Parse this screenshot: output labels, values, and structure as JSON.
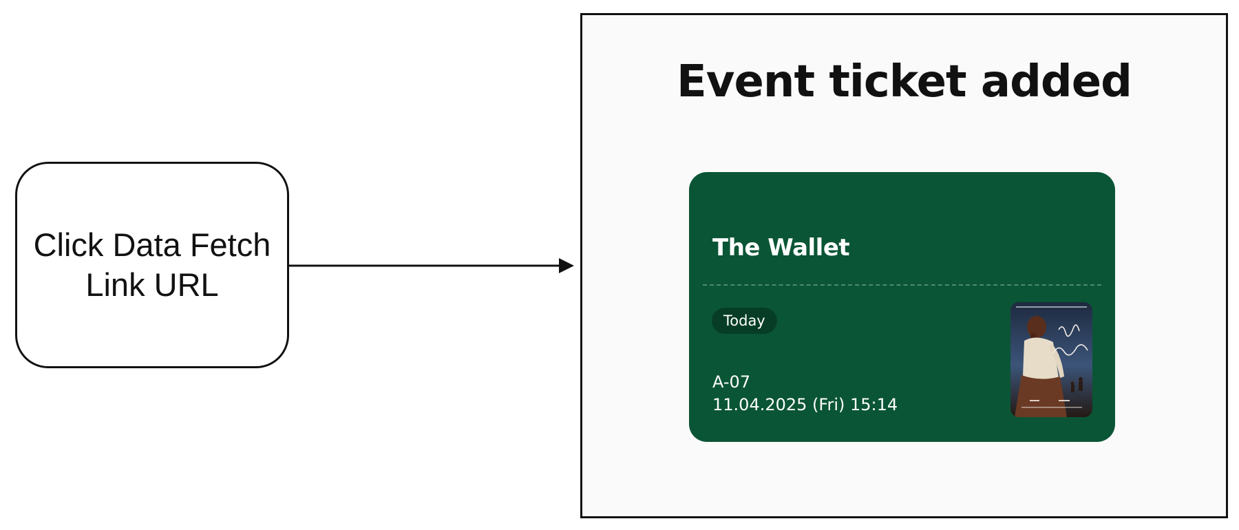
{
  "flow": {
    "step_label": "Click Data Fetch Link URL"
  },
  "panel": {
    "title": "Event ticket added",
    "ticket": {
      "issuer": "The Wallet",
      "badge": "Today",
      "seat": "A-07",
      "datetime": "11.04.2025 (Fri) 15:14",
      "poster_image": "movie-poster-lost-time",
      "card_color": "#0a5535",
      "badge_color": "#073d26"
    }
  }
}
